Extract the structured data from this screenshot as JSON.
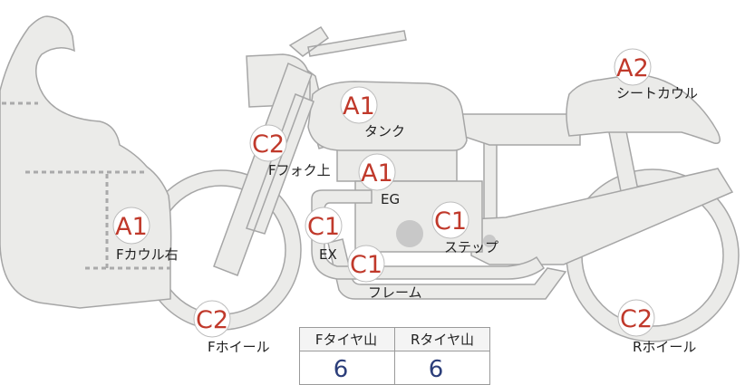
{
  "colors": {
    "body_fill": "#ebebe9",
    "body_stroke": "#a6a6a6",
    "dash": "#aaaaaa",
    "grade_text": "#c0392b",
    "badge_fill": "#ffffff",
    "badge_stroke": "#bdbdbd",
    "label_text": "#222222",
    "table_border": "#9a9a9a",
    "table_value": "#2c3e7a",
    "hub": "#c8c8c8"
  },
  "parts": {
    "front_cowl_right": {
      "grade": "A1",
      "label": "Fカウル右"
    },
    "front_fork_upper": {
      "grade": "C2",
      "label": "Fフォク上"
    },
    "tank": {
      "grade": "A1",
      "label": "タンク"
    },
    "engine": {
      "grade": "A1",
      "label": "EG"
    },
    "exhaust": {
      "grade": "C1",
      "label": "EX"
    },
    "frame": {
      "grade": "C1",
      "label": "フレーム"
    },
    "step": {
      "grade": "C1",
      "label": "ステップ"
    },
    "seat_cowl": {
      "grade": "A2",
      "label": "シートカウル"
    },
    "front_wheel": {
      "grade": "C2",
      "label": "Fホイール"
    },
    "rear_wheel": {
      "grade": "C2",
      "label": "Rホイール"
    }
  },
  "tire_table": {
    "front_header": "Fタイヤ山",
    "rear_header": "Rタイヤ山",
    "front_value": "6",
    "rear_value": "6"
  }
}
